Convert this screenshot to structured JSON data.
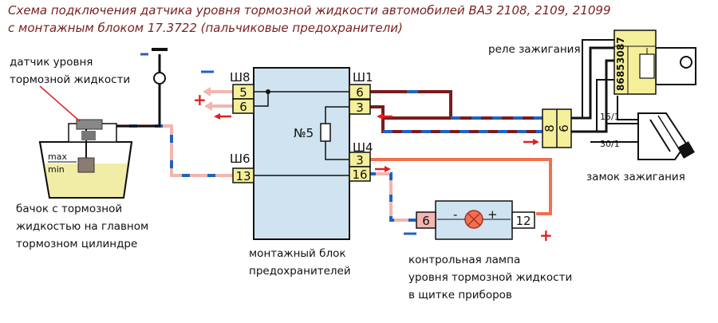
{
  "title": {
    "line1": "Схема подключения датчика уровня тормозной жидкости автомобилей ВАЗ 2108, 2109, 21099",
    "line2": "с монтажным блоком 17.3722 (пальчиковые предохранители)"
  },
  "labels": {
    "sensor_1": "датчик уровня",
    "sensor_2": "тормозной жидкости",
    "tank_1": "бачок с тормозной",
    "tank_2": "жидкостью на главном",
    "tank_3": "тормозном цилиндре",
    "max": "max",
    "min": "min",
    "block_1": "монтажный блок",
    "block_2": "предохранителей",
    "lamp_1": "контрольная лампа",
    "lamp_2": "уровня тормозной жидкости",
    "lamp_3": "в щитке приборов",
    "relay": "реле зажигания",
    "switch": "замок зажигания"
  },
  "connectors": {
    "sh8": "Ш8",
    "sh1": "Ш1",
    "sh6": "Ш6",
    "sh4": "Ш4",
    "p5": "5",
    "p6_left": "6",
    "p6_right": "6",
    "p3_top": "3",
    "p3_bottom": "3",
    "p13": "13",
    "p16": "16",
    "fuse": "№5",
    "c8": "8",
    "c6": "6",
    "lamp_left": "6",
    "lamp_right": "12",
    "lamp_minus": "-",
    "lamp_plus": "+",
    "plus_left": "+",
    "plus_right": "+"
  },
  "relay_pins": [
    "86",
    "85",
    "30",
    "87"
  ],
  "switch_pins": {
    "a": "15/1",
    "b": "30/1"
  },
  "colors": {
    "title": "#7a1f1f",
    "block_fill": "#cfe3f0",
    "pin_fill": "#f5ef9a",
    "fluid": "#f2eda6",
    "wire_pink": "#f2b5b0",
    "wire_blue": "#1f63c2",
    "wire_brown": "#7a1c1c",
    "wire_orange": "#f07050",
    "arrow": "#e02020"
  }
}
